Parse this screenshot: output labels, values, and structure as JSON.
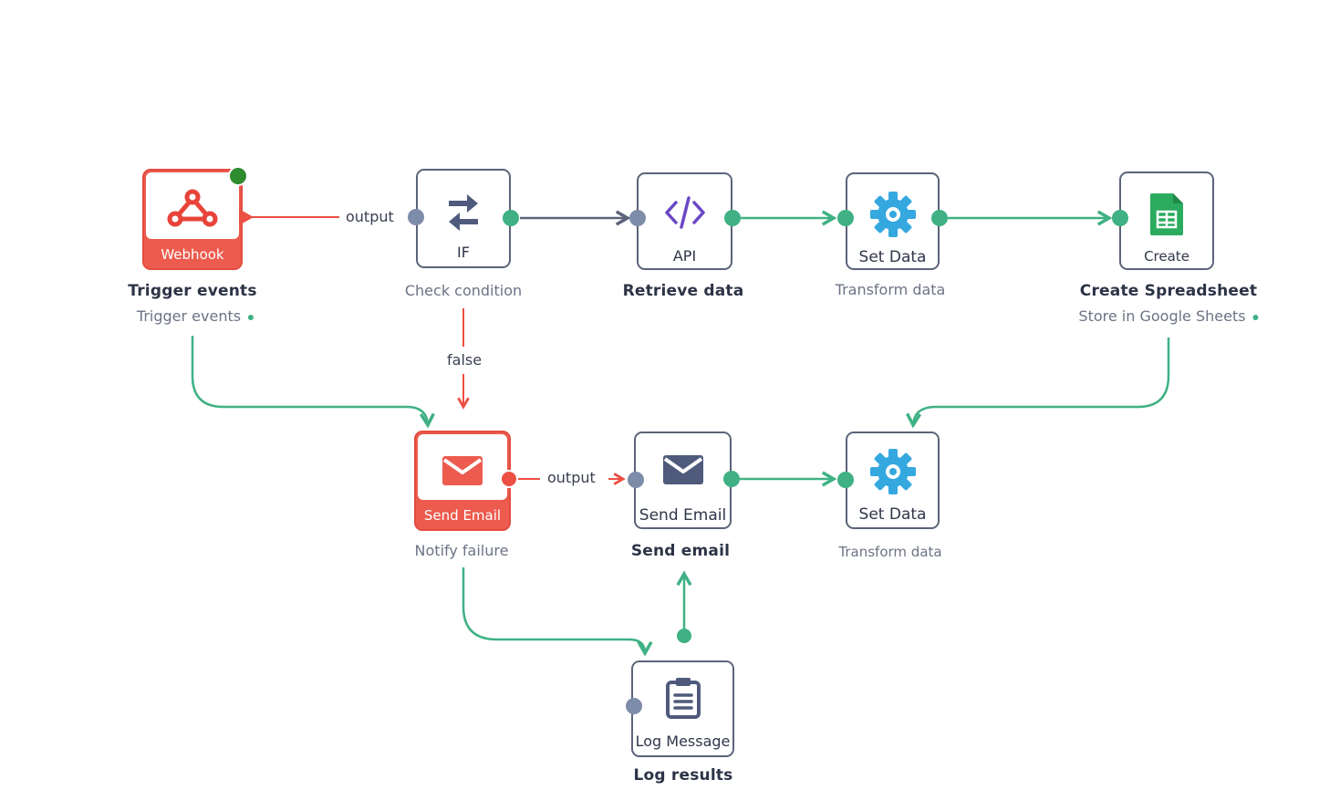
{
  "colors": {
    "green_edge": "#3fb184",
    "red_edge": "#ec4f43",
    "slate_edge": "#5b6478",
    "node_border": "#5b6478",
    "error_node": "#ec5b4e",
    "gear_blue": "#35a8e0",
    "sheets_green": "#2bab5e",
    "code_purple": "#6a47c6",
    "active_status": "#2e8b2e"
  },
  "nodes": {
    "webhook": {
      "label": "Webhook",
      "title": "Trigger events",
      "subtitle": "Trigger events",
      "icon": "webhook-icon"
    },
    "if": {
      "label": "IF",
      "subtitle": "Check condition",
      "icon": "swap-arrows-icon"
    },
    "api": {
      "label": "API",
      "title": "Retrieve data",
      "icon": "code-icon"
    },
    "set_data_1": {
      "label": "Set Data",
      "subtitle": "Transform data",
      "icon": "gear-icon"
    },
    "create": {
      "label": "Create",
      "title": "Create Spreadsheet",
      "subtitle": "Store in Google Sheets",
      "icon": "google-sheets-icon"
    },
    "send_email_error": {
      "label": "Send Email",
      "subtitle": "Notify failure",
      "icon": "envelope-icon"
    },
    "send_email": {
      "label": "Send Email",
      "title": "Send email",
      "icon": "envelope-icon"
    },
    "set_data_2": {
      "label": "Set Data",
      "subtitle": "Transform data",
      "icon": "gear-icon"
    },
    "log_message": {
      "label": "Log Message",
      "title": "Log results",
      "icon": "clipboard-icon"
    }
  },
  "edge_labels": {
    "webhook_output": "output",
    "if_false": "false",
    "email_output": "output"
  }
}
